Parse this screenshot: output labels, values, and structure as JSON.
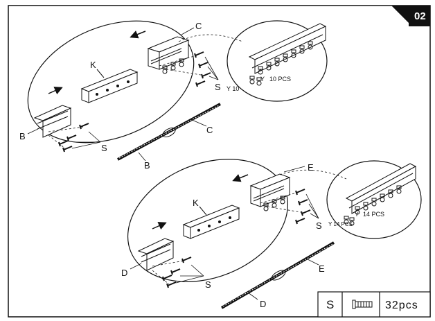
{
  "step_number": "02",
  "upper_assembly": {
    "callout_rail_label": "C",
    "connector_label": "K",
    "screw_label_right": "S",
    "screw_label_left": "S",
    "end_rail_label": "B",
    "full_rail_left_label": "B",
    "full_rail_right_label": "C",
    "glider_detail": {
      "count_label_a": "Y 10",
      "count_label_b": "Y",
      "count_label_c": "10 PCS"
    }
  },
  "lower_assembly": {
    "callout_rail_label": "E",
    "connector_label": "K",
    "screw_label_right": "S",
    "screw_label_left": "S",
    "end_rail_label": "D",
    "full_rail_left_label": "D",
    "full_rail_right_label": "E",
    "glider_detail": {
      "count_label_a": "Y 14 PCS",
      "count_label_b": "Y",
      "count_label_c": "14 PCS"
    }
  },
  "legend": {
    "part_letter": "S",
    "part_icon": "screw-icon",
    "quantity": "32pcs"
  }
}
